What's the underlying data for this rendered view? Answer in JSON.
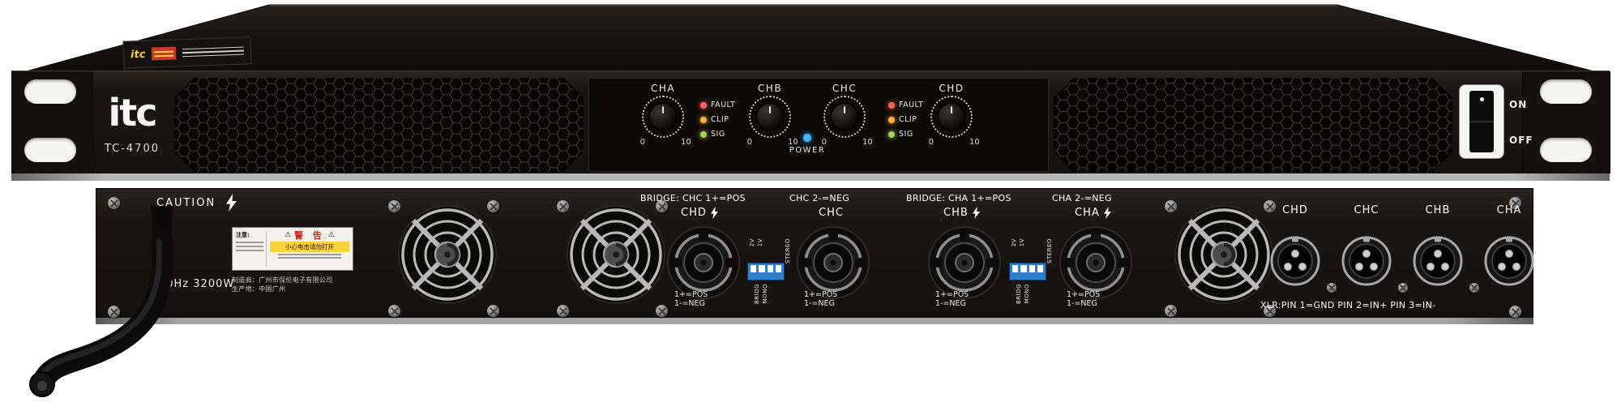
{
  "brand": {
    "logo": "itc",
    "model": "TC-4700",
    "top_sticker_text": "itc"
  },
  "front": {
    "channels": [
      {
        "label": "CHA"
      },
      {
        "label": "CHB"
      },
      {
        "label": "CHC"
      },
      {
        "label": "CHD"
      }
    ],
    "knob_scale": {
      "min": "0",
      "max": "10"
    },
    "led_stack": [
      {
        "label": "FAULT",
        "color": "#ff6057"
      },
      {
        "label": "CLIP",
        "color": "#ffb03a"
      },
      {
        "label": "SIG",
        "color": "#a9d05c"
      }
    ],
    "power": {
      "label": "POWER",
      "color": "#45b4ff"
    },
    "power_switch": {
      "on": "ON",
      "off": "OFF"
    }
  },
  "rear": {
    "caution": "CAUTION",
    "rating": "50Hz 3200W",
    "warning_label": {
      "attention": "注意:",
      "title": "警 告",
      "text": "小心电击请勿打开"
    },
    "manufacturer": "制造商：广州市保伦电子有限公司",
    "origin": "生产地：中国广州",
    "speaker_groups": [
      {
        "bridge": "BRIDGE: CHC 1+=POS",
        "neg": "CHC 2-=NEG"
      },
      {
        "bridge": "BRIDGE: CHA 1+=POS",
        "neg": "CHA 2-=NEG"
      }
    ],
    "outputs": [
      {
        "label": "CHD"
      },
      {
        "label": "CHC"
      },
      {
        "label": "CHB"
      },
      {
        "label": "CHA"
      }
    ],
    "output_pins": {
      "pos": "1+=POS",
      "neg": "1-=NEG"
    },
    "dip": {
      "v2": "2V",
      "v1": "1V",
      "stereo": "STEREO",
      "bridge": "BRIDG",
      "mono": "MONO"
    },
    "xlr_labels": [
      "CHD",
      "CHC",
      "CHB",
      "CHA"
    ],
    "xlr_note": "XLR:PIN 1=GND PIN 2=IN+ PIN 3=IN-"
  },
  "icons": {
    "warning_triangle": "⚠"
  }
}
